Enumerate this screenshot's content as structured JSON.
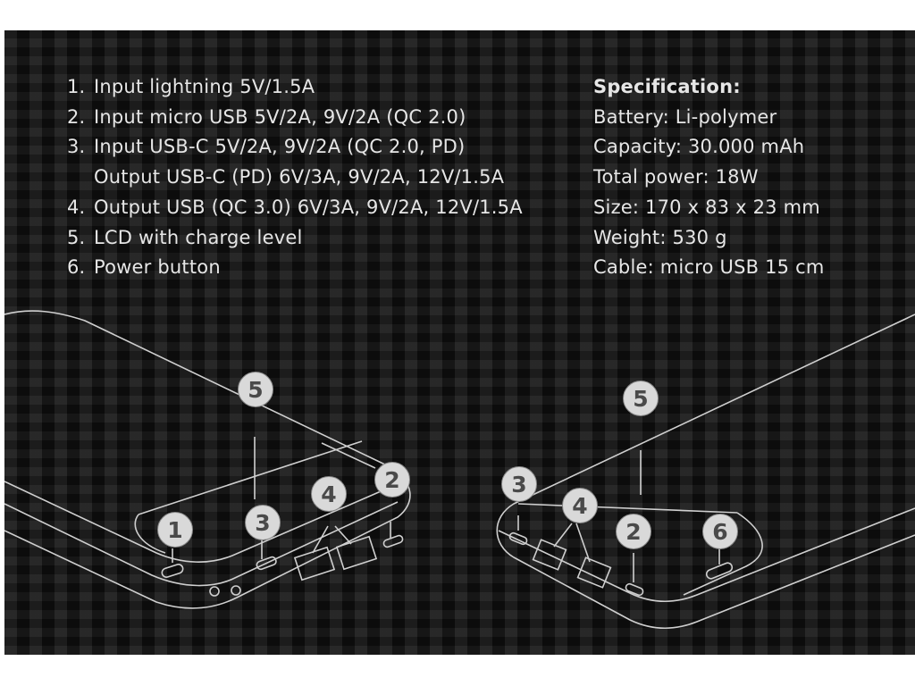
{
  "features": [
    {
      "num": "1.",
      "text": "Input lightning 5V/1.5A"
    },
    {
      "num": "2.",
      "text": "Input micro USB 5V/2A, 9V/2A (QC 2.0)"
    },
    {
      "num": "3.",
      "text": "Input USB-C 5V/2A, 9V/2A (QC 2.0, PD)"
    },
    {
      "num": "",
      "text": "Output USB-C (PD) 6V/3A, 9V/2A, 12V/1.5A"
    },
    {
      "num": "4.",
      "text": "Output USB (QC 3.0) 6V/3A, 9V/2A, 12V/1.5A"
    },
    {
      "num": "5.",
      "text": "LCD with charge level"
    },
    {
      "num": "6.",
      "text": "Power button"
    }
  ],
  "spec": {
    "title": "Specification:",
    "lines": [
      "Battery: Li-polymer",
      "Capacity: 30.000 mAh",
      "Total power: 18W",
      "Size: 170 x 83 x 23 mm",
      "Weight: 530 g",
      "Cable: micro USB 15 cm"
    ]
  },
  "callouts": {
    "left": [
      "1",
      "3",
      "4",
      "2",
      "5"
    ],
    "right": [
      "3",
      "4",
      "2",
      "6",
      "5"
    ]
  }
}
